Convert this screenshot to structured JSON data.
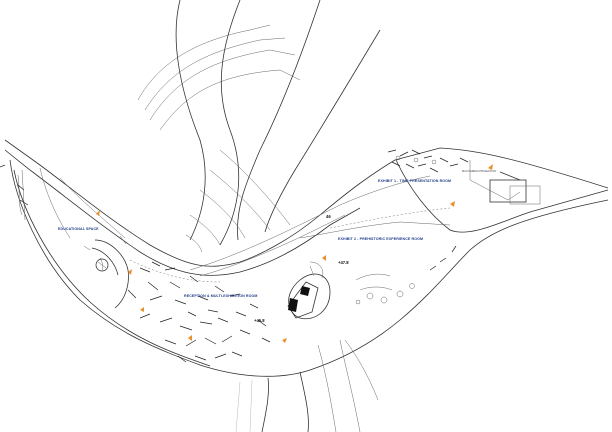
{
  "labels": {
    "room1": "EXHIBIT 1 - TIME PRESENTATION ROOM",
    "room2": "EXHIBIT 2 - PREHISTORIC EXPERIENCE ROOM",
    "reception": "RECEPTION & MULTI-EXHIBITION ROOM",
    "educational": "EDUCATIONAL SPACE",
    "multi_projection": "MULTI-MEDIA PROJECTION",
    "level_1": "+47.8",
    "level_2": "+46.8",
    "level_3": "46"
  },
  "colors": {
    "label": "#1f3d8a",
    "arrow": "#e8902a",
    "line": "#333333"
  },
  "icons": [
    "entrance-arrow-icon",
    "stair-icon",
    "tree-icon"
  ]
}
